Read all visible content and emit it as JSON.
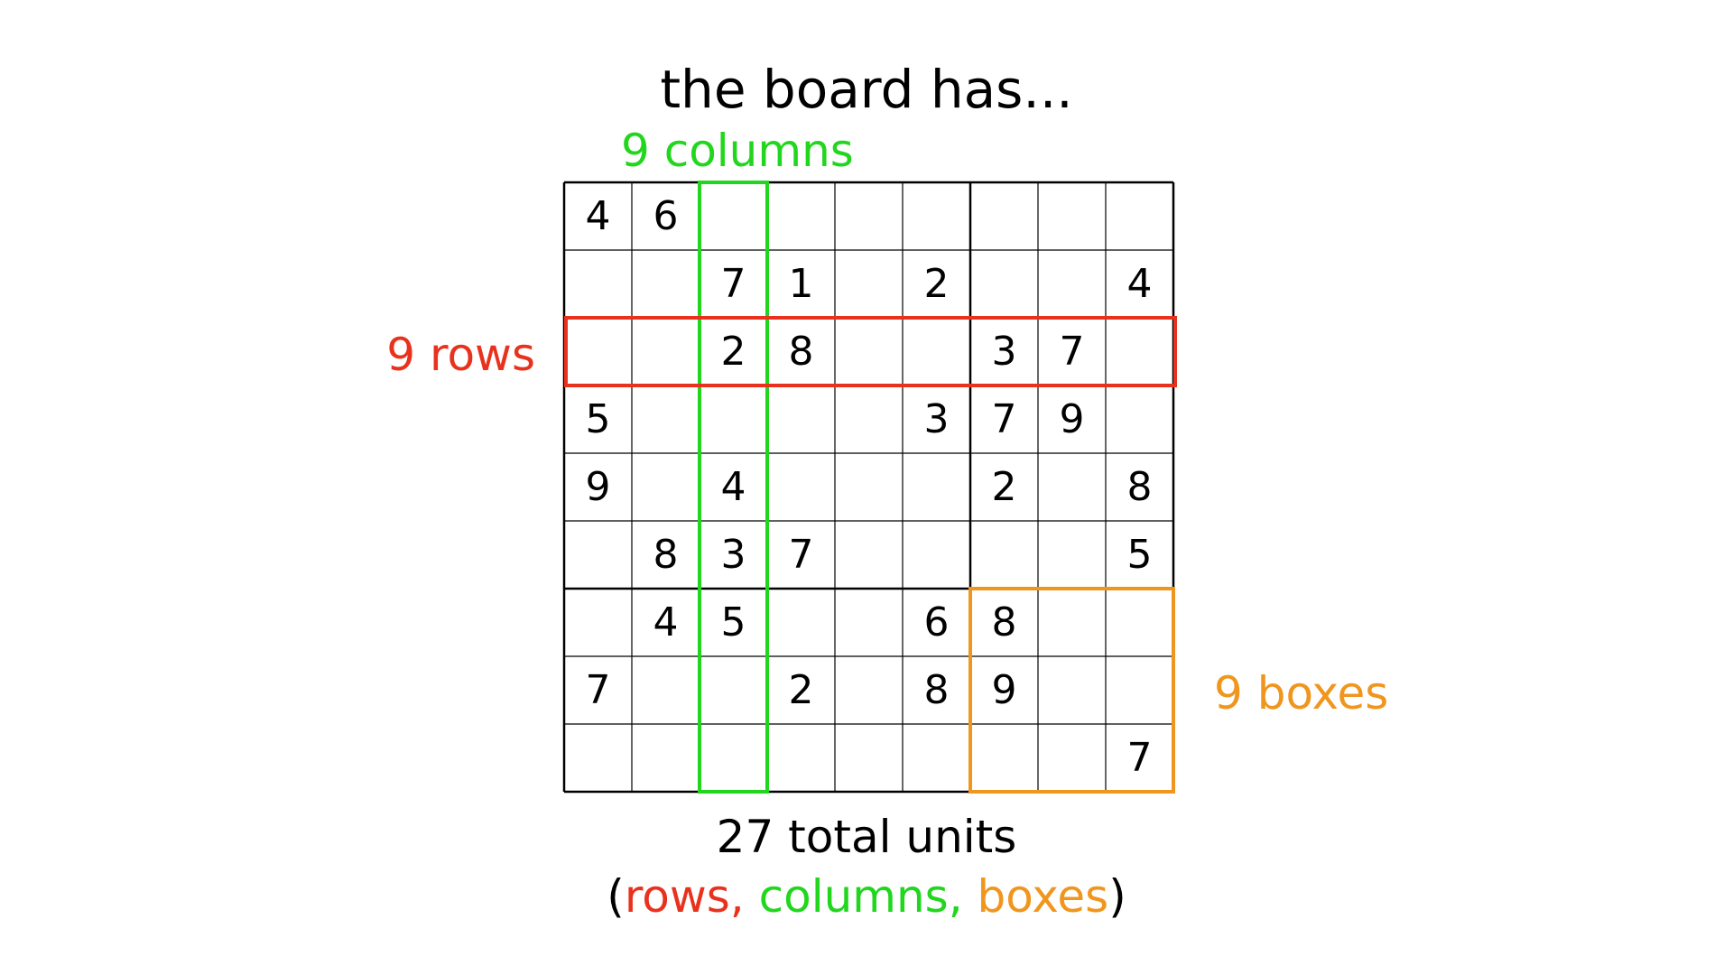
{
  "title": "the board has...",
  "labels": {
    "columns": "9 columns",
    "rows": "9 rows",
    "boxes": "9 boxes"
  },
  "footer": {
    "line1": "27 total units",
    "open_paren": "(",
    "rows": "rows,",
    "columns": "columns,",
    "boxes": "boxes",
    "close_paren": ")"
  },
  "colors": {
    "rows": "#e8321e",
    "columns": "#22d61e",
    "boxes": "#f0961e",
    "grid": "#000000"
  },
  "board": {
    "size": 9,
    "highlight_column": 3,
    "highlight_row": 3,
    "highlight_box": "bottom-right",
    "cells": [
      [
        "4",
        "6",
        "",
        "",
        "",
        "",
        "",
        "",
        ""
      ],
      [
        "",
        "",
        "7",
        "1",
        "",
        "2",
        "",
        "",
        "4"
      ],
      [
        "",
        "",
        "2",
        "8",
        "",
        "",
        "3",
        "7",
        ""
      ],
      [
        "5",
        "",
        "",
        "",
        "",
        "3",
        "7",
        "9",
        ""
      ],
      [
        "9",
        "",
        "4",
        "",
        "",
        "",
        "2",
        "",
        "8"
      ],
      [
        "",
        "8",
        "3",
        "7",
        "",
        "",
        "",
        "",
        "5"
      ],
      [
        "",
        "4",
        "5",
        "",
        "",
        "6",
        "8",
        "",
        ""
      ],
      [
        "7",
        "",
        "",
        "2",
        "",
        "8",
        "9",
        "",
        ""
      ],
      [
        "",
        "",
        "",
        "",
        "",
        "",
        "",
        "",
        "7"
      ]
    ]
  }
}
